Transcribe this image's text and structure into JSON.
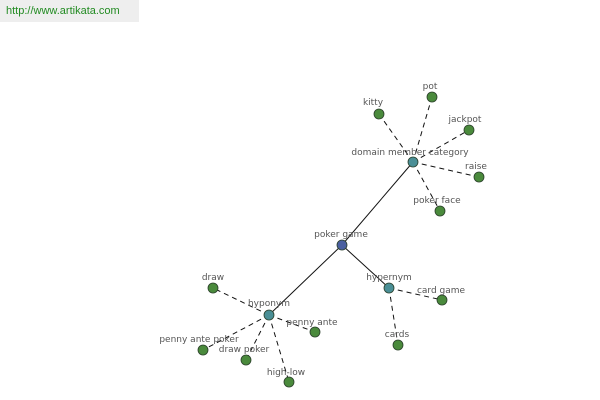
{
  "header": {
    "url": "http://www.artikata.com"
  },
  "colors": {
    "url_text": "#228b22",
    "banner_bg": "#eeeeee",
    "root_node": "#4a5fa0",
    "hub_node": "#4a8f96",
    "leaf_node": "#4a8a3c",
    "node_outline": "#2a3f2a",
    "edge": "#111111",
    "label": "#555555"
  },
  "graph": {
    "root": "poker game",
    "hubs": [
      "domain member category",
      "hypernym",
      "hyponym"
    ],
    "leaves": {
      "domain member category": [
        "kitty",
        "pot",
        "jackpot",
        "raise",
        "poker face"
      ],
      "hypernym": [
        "card game",
        "cards"
      ],
      "hyponym": [
        "draw",
        "penny ante",
        "penny ante poker",
        "draw poker",
        "high-low"
      ]
    }
  }
}
